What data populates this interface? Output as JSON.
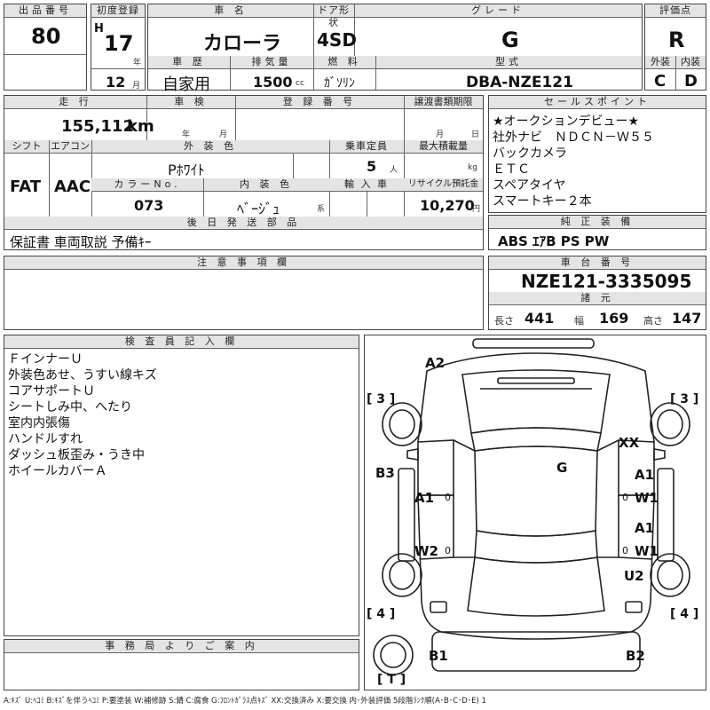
{
  "header": {
    "lot_label": "出品番号",
    "lot_value": "80",
    "first_reg_label": "初度登録",
    "era": "H",
    "year_value": "17",
    "year_unit": "年",
    "month_value": "12",
    "month_unit": "月",
    "car_name_label": "車 名",
    "car_name": "カローラ",
    "door_label": "ドア形状",
    "door_value": "4SD",
    "grade_label": "グレード",
    "grade_value": "G",
    "score_label": "評価点",
    "score_value": "R",
    "history_label": "車 歴",
    "history_value": "自家用",
    "displacement_label": "排気量",
    "displacement_value": "1500",
    "displacement_unit": "cc",
    "fuel_label": "燃 料",
    "fuel_value": "ｶﾞｿﾘﾝ",
    "model_label": "型式",
    "model_value": "DBA-NZE121",
    "exterior_label": "外装",
    "exterior_value": "C",
    "interior_label": "内装",
    "interior_value": "D"
  },
  "row2": {
    "mileage_label": "走 行",
    "mileage_value": "155,112",
    "mileage_unit": "km",
    "inspection_label": "車 検",
    "insp_year_unit": "年",
    "insp_month_unit": "月",
    "plate_label": "登 録 番 号",
    "transfer_label": "譲渡書類期限",
    "transfer_month_unit": "月",
    "transfer_day_unit": "日",
    "shift_label": "シフト",
    "shift_value": "FAT",
    "ac_label": "エアコン",
    "ac_value": "AAC",
    "ext_color_label": "外 装 色",
    "ext_color_value": "Pﾎﾜｲﾄ",
    "seats_label": "乗車定員",
    "seats_value": "5",
    "seats_unit": "人",
    "load_label": "最大積載量",
    "load_unit": "kg",
    "color_no_label": "カラーNo.",
    "color_no_value": "073",
    "int_color_label": "内 装 色",
    "int_color_value": "ﾍﾞｰｼﾞｭ",
    "int_color_unit": "系",
    "import_label": "輸 入 車",
    "recycle_label": "リサイクル預託金",
    "recycle_value": "10,270",
    "recycle_unit": "円",
    "later_parts_label": "後 日 発 送 部 品",
    "later_parts_value": "保証書 車両取説 予備ｷｰ"
  },
  "sales_points": {
    "label": "セールスポイント",
    "lines": [
      "★オークションデビュー★",
      "社外ナビ　ＮＤＣＮ－Ｗ５５",
      "バックカメラ",
      "ＥＴＣ",
      "スペアタイヤ",
      "スマートキー２本"
    ]
  },
  "factory_equipment": {
    "label": "純 正 装 備",
    "value": "ABS ｴｱB PS PW"
  },
  "notes": {
    "label": "注 意 事 項 欄"
  },
  "chassis": {
    "label": "車 台 番 号",
    "value": "NZE121-3335095",
    "specs_label": "諸 元",
    "length_label": "長さ",
    "length_value": "441",
    "width_label": "幅",
    "width_value": "169",
    "height_label": "高さ",
    "height_value": "147"
  },
  "inspector": {
    "label": "検 査 員 記 入 欄",
    "lines": [
      "ＦインナーＵ",
      "外装色あせ、うすい線キズ",
      "コアサポートＵ",
      "シートしみ中、へたり",
      "室内内張傷",
      "ハンドルすれ",
      "ダッシュ板歪み・うき中",
      "ホイールカバーＡ"
    ]
  },
  "office": {
    "label": "事 務 局 よ り ご 案 内"
  },
  "diagram": {
    "marks": {
      "a2": "A2",
      "xx": "XX",
      "g": "G",
      "b3": "B3",
      "a1_left": "A1",
      "a1_right1": "A1",
      "w1_right1": "W1",
      "a1_right2": "A1",
      "w1_right2": "W1",
      "w2": "W2",
      "u2": "U2",
      "b1": "B1",
      "b2": "B2"
    },
    "tire_tl": "[ 3 ]",
    "tire_tr": "[ 3 ]",
    "tire_bl": "[ 4 ]",
    "tire_br": "[ 4 ]",
    "tire_spare": "[ T ]",
    "small_zero": "0"
  },
  "legend": "A:ｷｽﾞ U:ﾍｺﾐ B:ｷｽﾞを伴うﾍｺﾐ P:要塗装 W:補修跡 S:錆 C:腐食 G:ﾌﾛﾝﾄｶﾞﾗｽ点ｷｽﾞ XX:交換済み X:要交換 内･外装評価 5段階ﾗﾝｸ順(A･B･C･D･E) 1"
}
